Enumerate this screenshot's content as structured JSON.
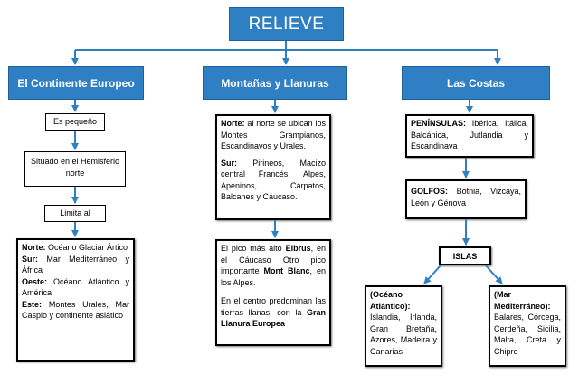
{
  "title": "RELIEVE",
  "categories": {
    "continente": "El Continente Europeo",
    "montanas": "Montañas y Llanuras",
    "costas": "Las Costas"
  },
  "continente": {
    "pequeno": "Es pequeño",
    "situado": "Situado en el Hemisferio norte",
    "limita": "Limita al",
    "norte_label": "Norte:",
    "norte_text": " Océano Glaciar Ártico",
    "sur_label": "Sur:",
    "sur_text": " Mar Mediterráneo y África",
    "oeste_label": "Oeste:",
    "oeste_text": " Océano Atlántico y América",
    "este_label": "Este:",
    "este_text": " Montes Urales, Mar Caspio y continente asiático"
  },
  "montanas": {
    "norte_label": "Norte:",
    "norte_text": " al norte se ubican los Montes Grampianos, Escandinavos y Urales.",
    "sur_label": "Sur:",
    "sur_text": " Pirineos, Macizo central Francés, Alpes, Apeninos, Cárpatos, Balcanes y Cáucaso.",
    "pico_pre": "El pico más alto ",
    "pico_elbrus": "Elbrus",
    "pico_mid": ", en el Cáucaso Otro pico importante ",
    "pico_blanc": "Mont Blanc",
    "pico_post": ", en los Alpes.",
    "llanura_pre": "En el centro predominan las tierras llanas, con la ",
    "llanura_bold": "Gran Llanura Europea"
  },
  "costas": {
    "peninsulas_label": "PENÍNSULAS:",
    "peninsulas_text": " Ibérica, Itálica, Balcánica, Jutlandia y Escandinava",
    "golfos_label": "GOLFOS:",
    "golfos_text": " Botnia, Vizcaya, León y Génova",
    "islas": "ISLAS",
    "atlantico_label": "(Océano Atlántico):",
    "atlantico_text": "Islandia, Irlanda, Gran Bretaña, Azores, Madeira y Canarias",
    "mediterraneo_label": "(Mar Mediterráneo):",
    "mediterraneo_text": "Balares, Córcega, Cerdeña, Sicilia, Malta, Creta y Chipre"
  }
}
